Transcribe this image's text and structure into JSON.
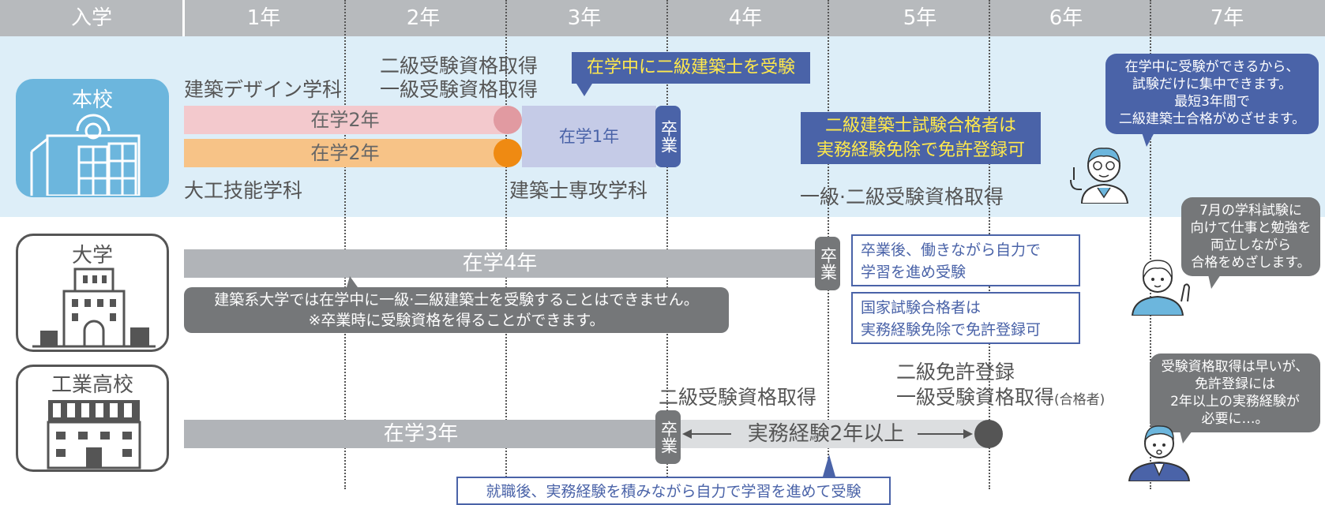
{
  "header": {
    "labels": [
      "入学",
      "1年",
      "2年",
      "3年",
      "4年",
      "5年",
      "6年",
      "7年"
    ],
    "bg": "#b7babd"
  },
  "colors": {
    "band": "#ddeef8",
    "pink": "#f3c9cd",
    "pink_dot": "#e19aa1",
    "orange": "#f7c387",
    "orange_dot": "#ef8a12",
    "lavender": "#c5cbe7",
    "navy": "#4a63a8",
    "yellow": "#ffe94c",
    "gray_bar": "#b1b4b8",
    "dark_gray": "#757779",
    "sky": "#6cb6dd"
  },
  "schools": {
    "honko": "本校",
    "daigaku": "大学",
    "kogyo": "工業高校"
  },
  "honko": {
    "dept_design": "建築デザイン学科",
    "dept_daiku": "大工技能学科",
    "dept_kenchikushi": "建築士専攻学科",
    "bar_pink": "在学2年",
    "bar_orange": "在学2年",
    "bar_lavender": "在学1年",
    "qual_2": "二級受験資格取得",
    "qual_1": "一級受験資格取得",
    "exam_callout": "在学中に二級建築士を受験",
    "graduation": "卒業",
    "pass_box_line1": "二級建築士試験合格者は",
    "pass_box_line2": "実務経験免除で免許登録可",
    "qual_both": "一級·二級受験資格取得",
    "bubble_line1": "在学中に受験ができるから、",
    "bubble_line2": "試験だけに集中できます。",
    "bubble_line3": "最短3年間で",
    "bubble_line4": "二級建築士合格がめざせます。"
  },
  "daigaku": {
    "bar": "在学4年",
    "note_line1": "建築系大学では在学中に一級·二級建築士を受験することはできません。",
    "note_line2": "※卒業時に受験資格を得ることができます。",
    "graduation": "卒業",
    "box1_line1": "卒業後、働きながら自力で",
    "box1_line2": "学習を進め受験",
    "box2_line1": "国家試験合格者は",
    "box2_line2": "実務経験免除で免許登録可",
    "bubble_line1": "7月の学科試験に",
    "bubble_line2": "向けて仕事と勉強を",
    "bubble_line3": "両立しながら",
    "bubble_line4": "合格をめざします。"
  },
  "kogyo": {
    "bar": "在学3年",
    "graduation": "卒業",
    "qual_2": "二級受験資格取得",
    "experience": "実務経験2年以上",
    "license_2": "二級免許登録",
    "qual_1": "一級受験資格取得",
    "qual_1_note": "(合格者)",
    "note": "就職後、実務経験を積みながら自力で学習を進めて受験",
    "bubble_line1": "受験資格取得は早いが、",
    "bubble_line2": "免許登録には",
    "bubble_line3": "2年以上の実務経験が",
    "bubble_line4": "必要に…。"
  }
}
